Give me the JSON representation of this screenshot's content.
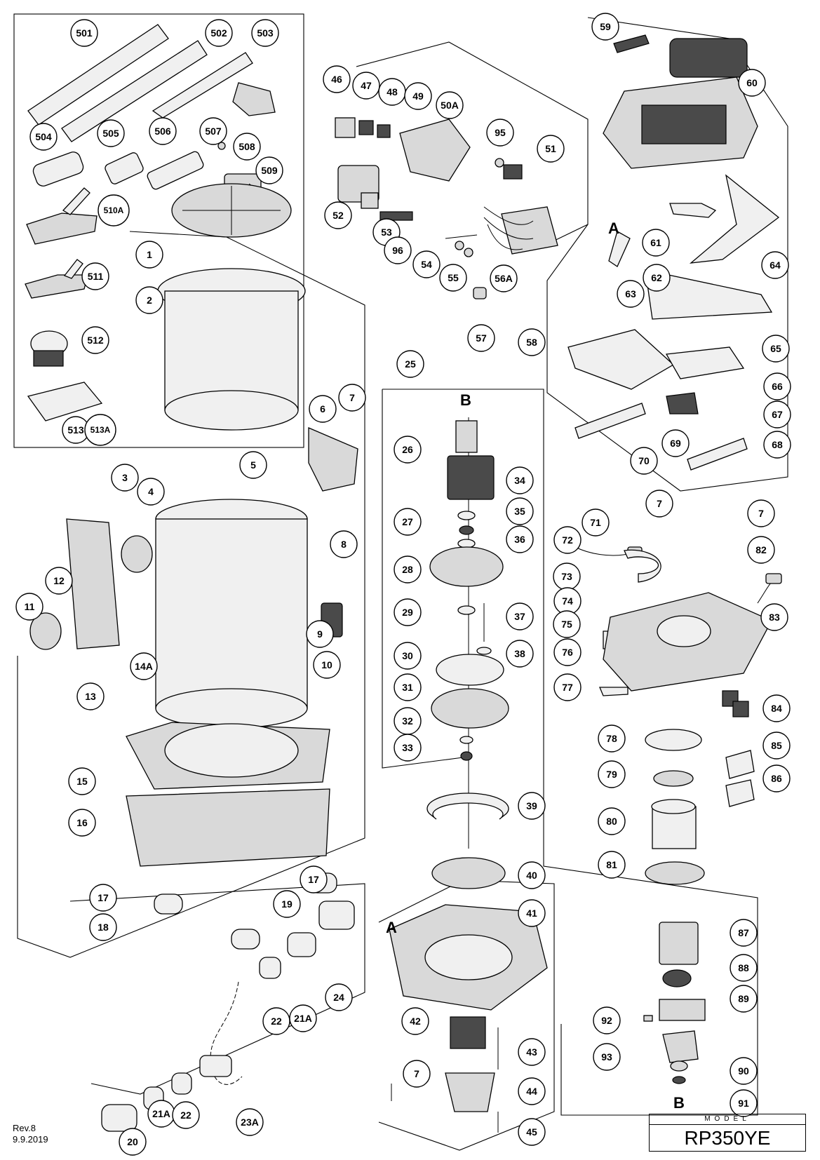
{
  "diagram": {
    "rev": "Rev.8",
    "date": "9.9.2019",
    "model_label": "MODEL",
    "model_number": "RP350YE",
    "assembly_markers": [
      "A",
      "B"
    ],
    "callouts": [
      "501",
      "502",
      "503",
      "504",
      "505",
      "506",
      "507",
      "508",
      "509",
      "510A",
      "511",
      "512",
      "513",
      "513A",
      "46",
      "47",
      "48",
      "49",
      "50A",
      "95",
      "51",
      "52",
      "53",
      "96",
      "54",
      "55",
      "56A",
      "57",
      "59",
      "60",
      "61",
      "62",
      "64",
      "63",
      "65",
      "66",
      "67",
      "68",
      "69",
      "70",
      "58",
      "1",
      "2",
      "3",
      "4",
      "5",
      "6",
      "7",
      "8",
      "9",
      "10",
      "11",
      "12",
      "13",
      "14A",
      "15",
      "16",
      "17",
      "18",
      "19",
      "20",
      "21A",
      "22",
      "23A",
      "24",
      "25",
      "26",
      "27",
      "28",
      "29",
      "30",
      "31",
      "32",
      "33",
      "34",
      "35",
      "36",
      "37",
      "38",
      "39",
      "40",
      "41",
      "42",
      "43",
      "44",
      "45",
      "71",
      "72",
      "73",
      "74",
      "75",
      "76",
      "77",
      "78",
      "79",
      "80",
      "81",
      "82",
      "83",
      "84",
      "85",
      "86",
      "87",
      "88",
      "89",
      "90",
      "91",
      "92",
      "93"
    ]
  }
}
